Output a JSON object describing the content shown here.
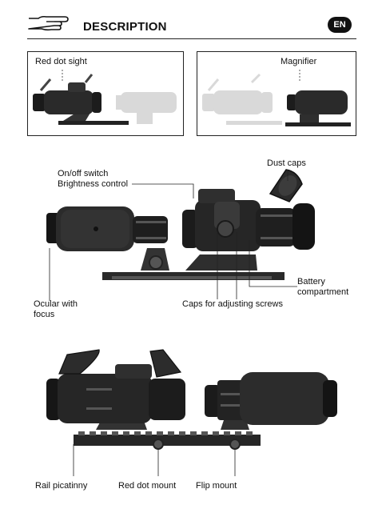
{
  "header": {
    "title": "DESCRIPTION",
    "lang_badge": "EN",
    "icon": "pointing-hand-icon"
  },
  "top_boxes": {
    "left_label": "Red dot sight",
    "right_label": "Magnifier"
  },
  "diagram1": {
    "switch_line1": "On/off switch",
    "switch_line2": "Brightness control",
    "dust_caps": "Dust caps",
    "ocular_line1": "Ocular with",
    "ocular_line2": "focus",
    "battery_line1": "Battery",
    "battery_line2": "compartment",
    "caps_screws": "Caps for adjusting screws"
  },
  "diagram2": {
    "rail": "Rail picatinny",
    "red_dot_mount": "Red dot mount",
    "flip_mount": "Flip mount"
  }
}
